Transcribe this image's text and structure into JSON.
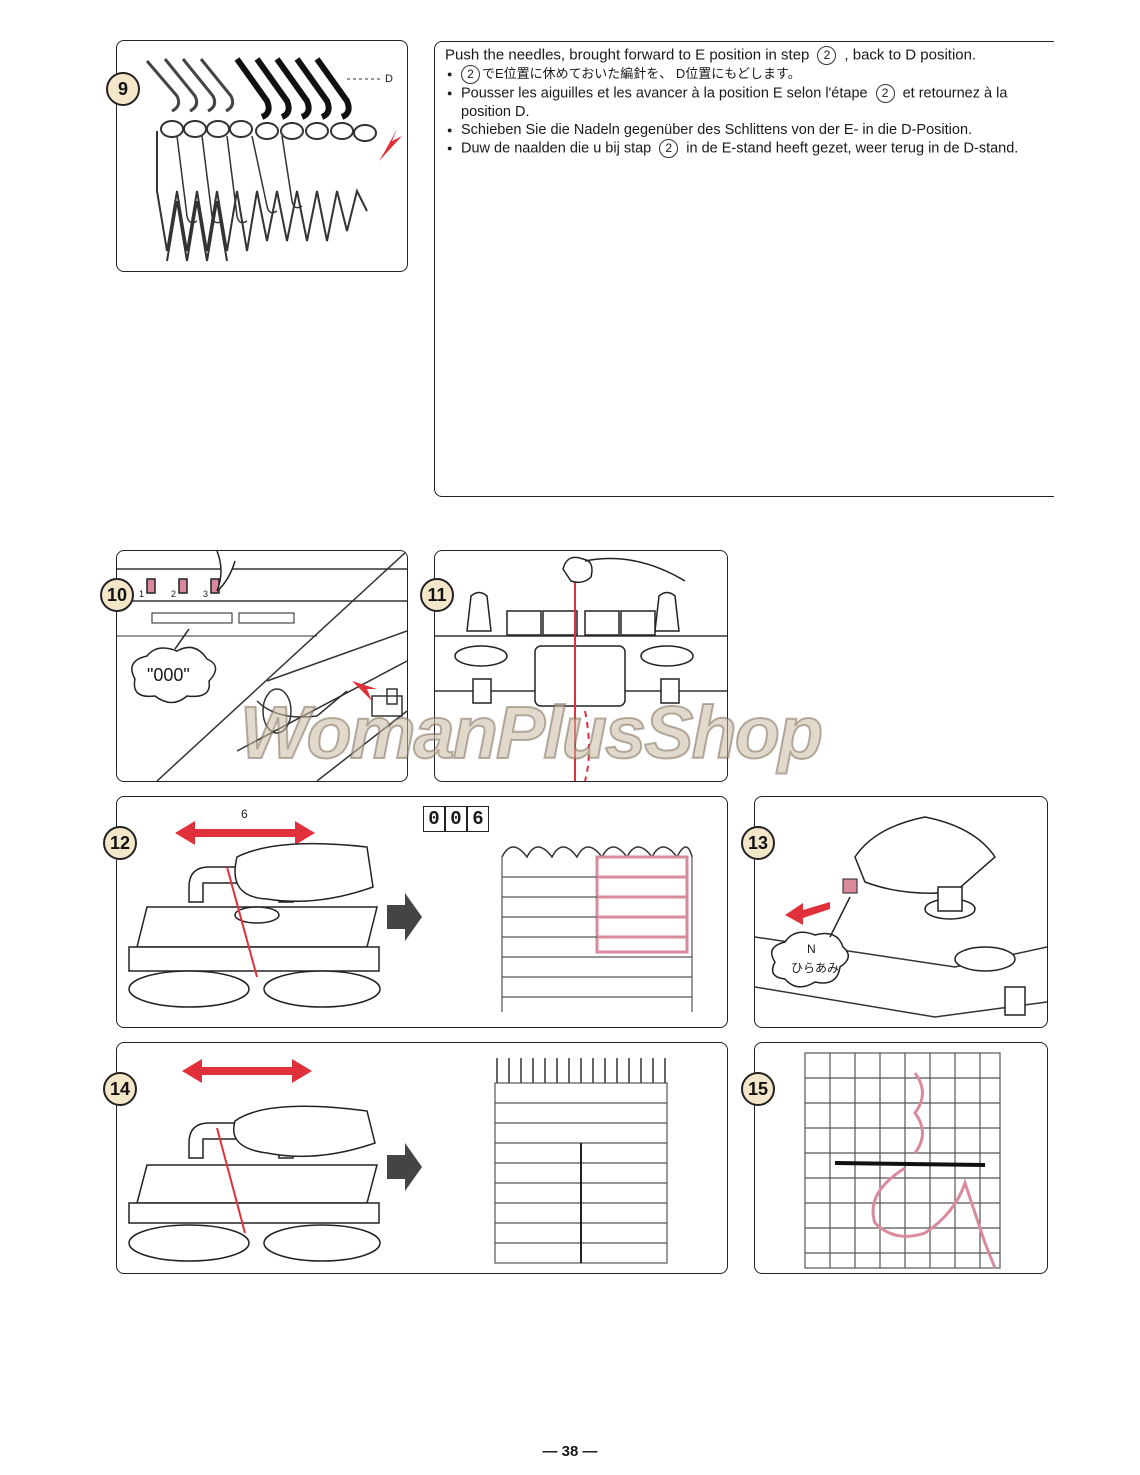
{
  "steps": {
    "s9": "9",
    "s10": "10",
    "s11": "11",
    "s12": "12",
    "s13": "13",
    "s14": "14",
    "s15": "15"
  },
  "panel9": {
    "d_label": "D"
  },
  "instructions": {
    "english": "Push the needles, brought forward to E position in step",
    "english_ref": "2",
    "english_end": ", back to D position.",
    "japanese_ref": "2",
    "japanese": "でE位置に休めておいた編針を、 D位置にもどします。",
    "french": "Pousser les aiguilles et les avancer à la position E selon l'étape",
    "french_ref": "2",
    "french_end": "et retournez à la position D.",
    "german": "Schieben Sie die Nadeln gegenüber des Schlittens von der E- in die D-Position.",
    "dutch": "Duw de naalden die u bij stap",
    "dutch_ref": "2",
    "dutch_end": "in de E-stand heeft gezet, weer terug in de D-stand."
  },
  "panel10": {
    "bubble": "\"000\"",
    "dial_labels": [
      "1",
      "2",
      "3"
    ]
  },
  "panel12": {
    "arrow_label": "6",
    "counter": [
      "0",
      "0",
      "6"
    ]
  },
  "panel13": {
    "bubble_line1": "N",
    "bubble_line2": "ひらあみ"
  },
  "watermark": "WomanPlusShop",
  "page_number": "— 38 —",
  "colors": {
    "accent_red": "#e0303a",
    "yarn_pink": "#d98a9c",
    "step_badge": "#f4e6c8"
  }
}
